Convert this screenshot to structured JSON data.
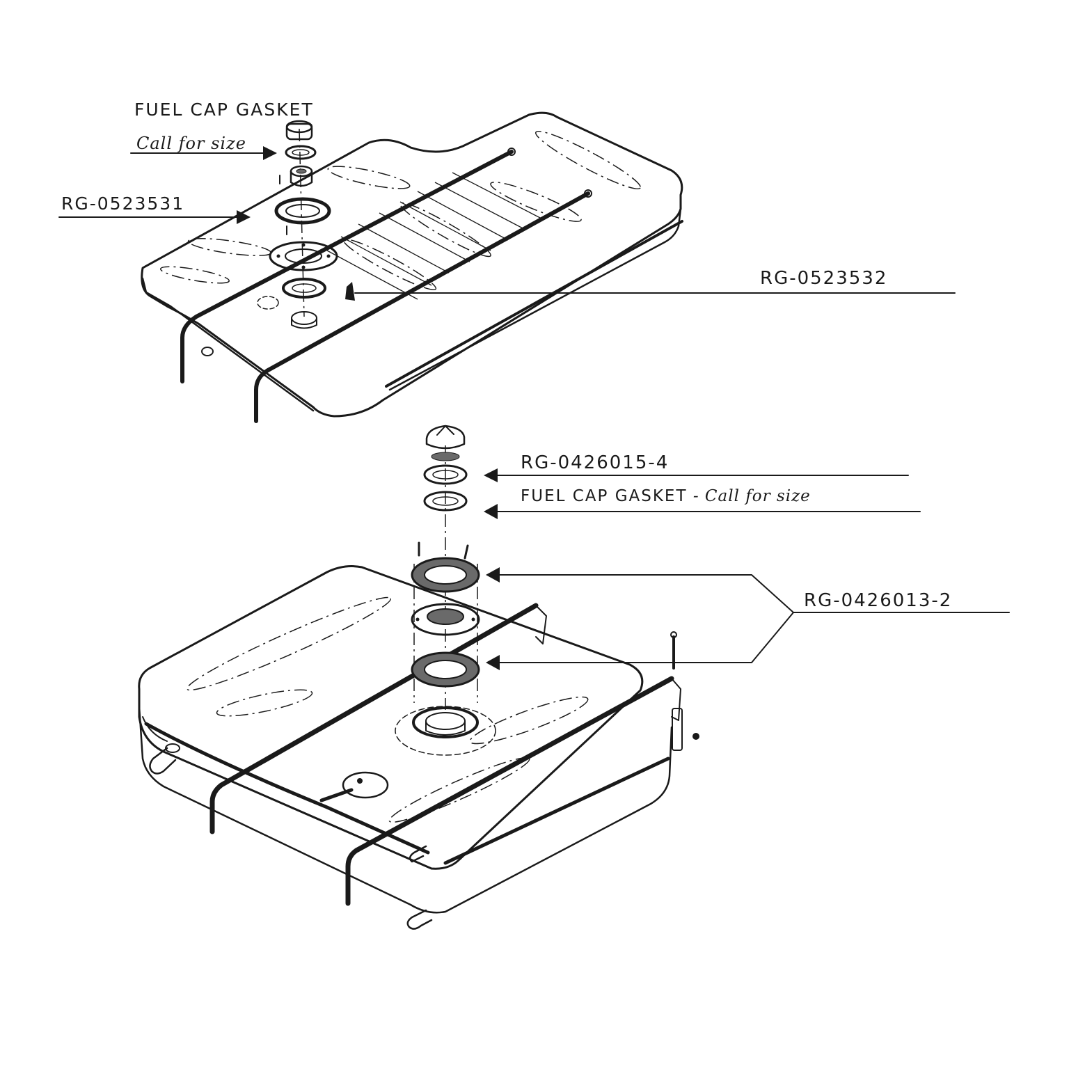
{
  "diagram": {
    "upper": {
      "cap_gasket_title": "FUEL CAP GASKET",
      "cap_gasket_note": "Call for size",
      "part_a": "RG-0523531",
      "part_b": "RG-0523532"
    },
    "lower": {
      "part_c": "RG-0426015-4",
      "cap_gasket_label": "FUEL CAP GASKET",
      "cap_gasket_note": " - Call for size",
      "part_d": "RG-0426013-2"
    }
  },
  "colors": {
    "ink": "#1a1a1a",
    "paper": "#ffffff",
    "shade": "#6a6a6a"
  }
}
